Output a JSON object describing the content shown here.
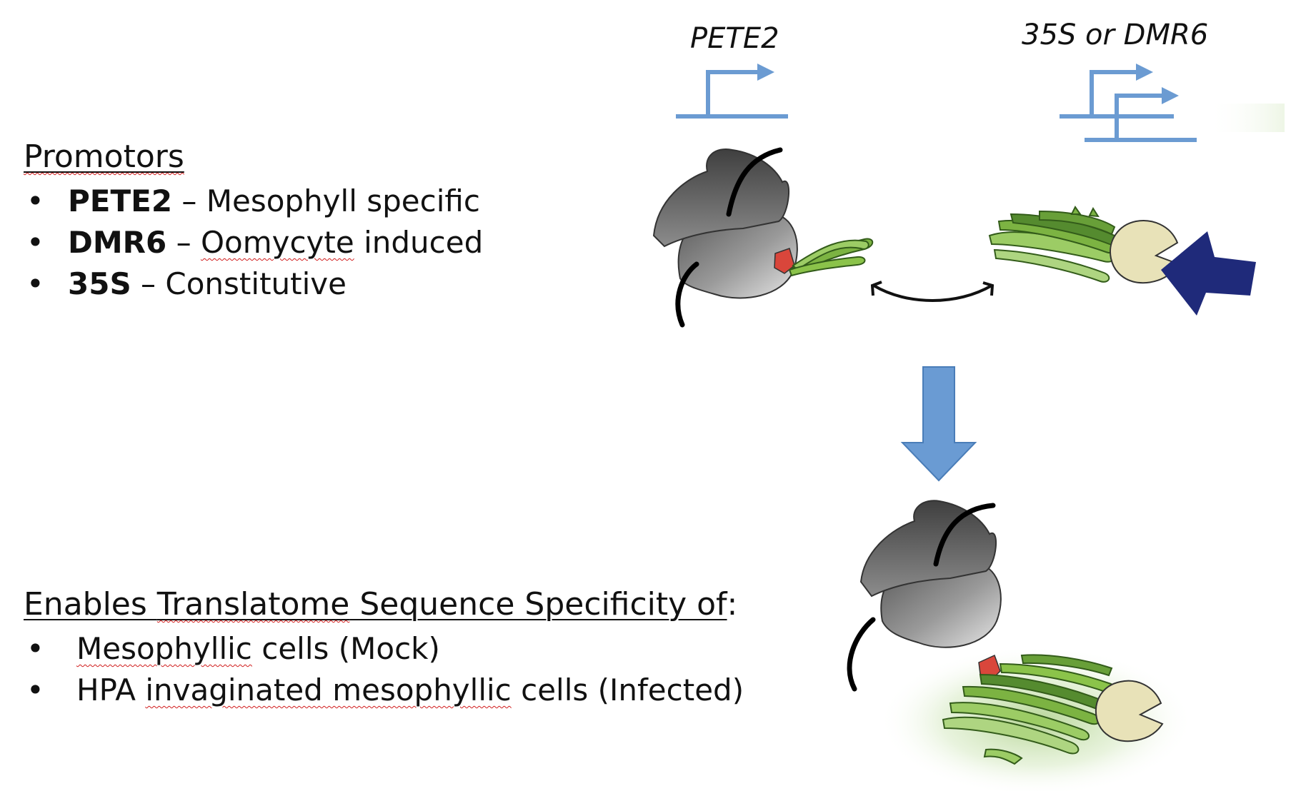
{
  "labels": {
    "pete2": "PETE2",
    "35s_dmr6": "35S or DMR6"
  },
  "promotors": {
    "heading": "Promotors",
    "items": [
      {
        "name": "PETE2",
        "sep": " – ",
        "desc_plain": "Mesophyll specific",
        "desc_squiggle": "",
        "desc_rest": ""
      },
      {
        "name": "DMR6",
        "sep": " – ",
        "desc_plain": "",
        "desc_squiggle": "Oomycyte",
        "desc_rest": " induced"
      },
      {
        "name": "35S",
        "sep": " – ",
        "desc_plain": "Constitutive",
        "desc_squiggle": "",
        "desc_rest": ""
      }
    ]
  },
  "enables": {
    "heading_pre": "Enables ",
    "heading_squiggle1": "Translatome",
    "heading_mid": " Sequence Specificity of",
    "heading_post": ":",
    "items": [
      {
        "pre": "",
        "squiggle": "Mesophyllic",
        "post": " cells (Mock)"
      },
      {
        "pre": "HPA ",
        "squiggle": "invaginated mesophyllic",
        "post": " cells (Infected)"
      }
    ]
  },
  "colors": {
    "promoter_blue": "#6b9bd2",
    "ribosome_gray": "#8a8a8a",
    "tag_red": "#d9463b",
    "protein_green": "#7cb342",
    "pacman_beige": "#e8e2b8",
    "pointer_navy": "#1f2a7a",
    "down_arrow_blue": "#6a9bd3"
  },
  "icons": {
    "ribosome": "ribosome-icon",
    "pacman": "pacman-icon",
    "pointer": "navy-arrow-icon",
    "double_arrow": "double-headed-arrow-icon",
    "down_arrow": "down-arrow-icon"
  }
}
